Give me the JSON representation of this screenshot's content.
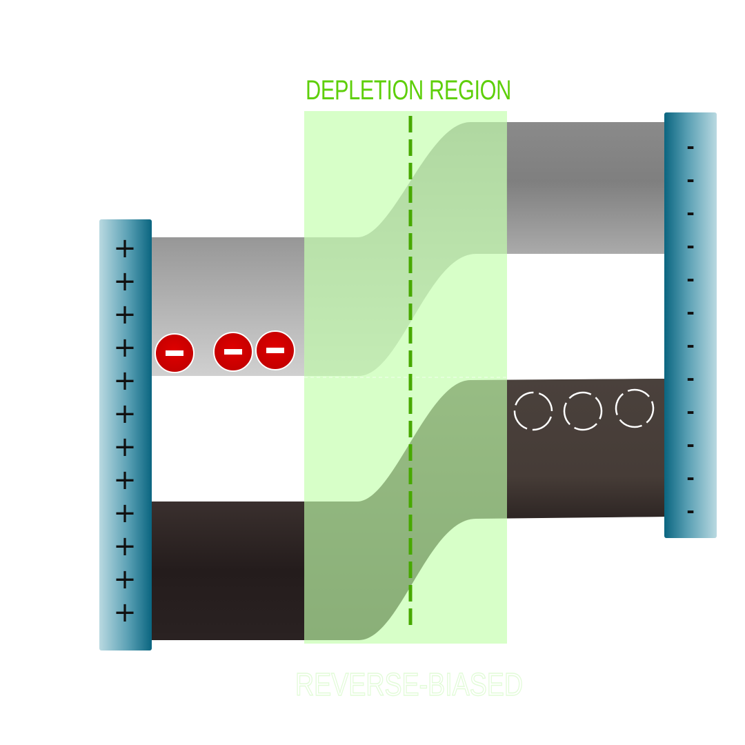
{
  "diagram": {
    "title": "DEPLETION REGION",
    "bottom_label": "REVERSE-BIASED",
    "left_terminal_sign": "+",
    "right_terminal_sign": "-",
    "left_terminal_sign_count": 12,
    "right_terminal_sign_count": 12,
    "electron_count": 3,
    "hole_count": 3,
    "colors": {
      "terminal": "#0e6a85",
      "terminal_light": "#b9d9e1",
      "depletion_zone": "#ccffbb",
      "depletion_center_line": "#47a800",
      "title": "#5ecf0a",
      "electron": "#d40000",
      "conduction_band": "#9a9a9a",
      "valence_band": "#2a2222"
    }
  }
}
